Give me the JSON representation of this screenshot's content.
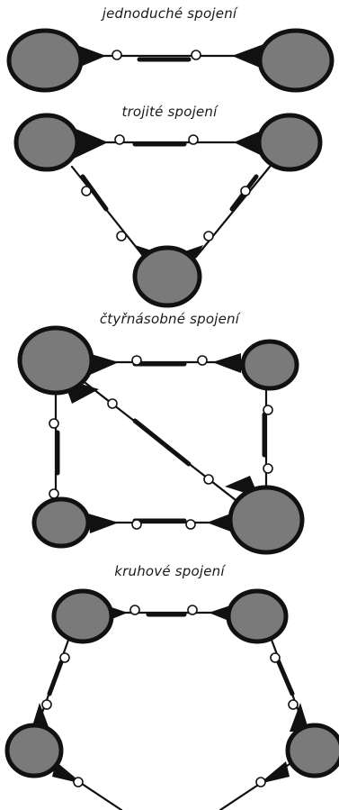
{
  "diagrams": [
    {
      "id": "single",
      "caption": "jednoduché spojení"
    },
    {
      "id": "triple",
      "caption": "trojité spojení"
    },
    {
      "id": "quadruple",
      "caption": "čtyřnásobné spojení"
    },
    {
      "id": "circular",
      "caption": "kruhové spojení"
    }
  ],
  "colors": {
    "node_fill": "#7a7a7a",
    "outline": "#111111",
    "background": "#ffffff"
  }
}
